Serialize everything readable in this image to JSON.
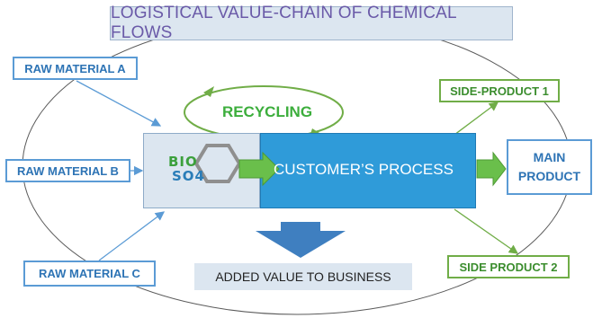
{
  "title": "LOGISTICAL VALUE-CHAIN OF CHEMICAL FLOWS",
  "raw_materials": [
    "RAW MATERIAL A",
    "RAW MATERIAL B",
    "RAW MATERIAL C"
  ],
  "recycling": "RECYCLING",
  "logo": {
    "line1": "BIO",
    "line2": "SO4"
  },
  "process": "CUSTOMER’S PROCESS",
  "main_product": "MAIN\nPRODUCT",
  "side_products": [
    "SIDE-PRODUCT 1",
    "SIDE PRODUCT 2"
  ],
  "added_value": "ADDED VALUE TO BUSINESS",
  "colors": {
    "title_text": "#6a5aa8",
    "blue_border": "#5b9bd5",
    "green": "#70ad47",
    "process_fill": "#2f9bd9",
    "light_fill": "#dce6f0"
  }
}
